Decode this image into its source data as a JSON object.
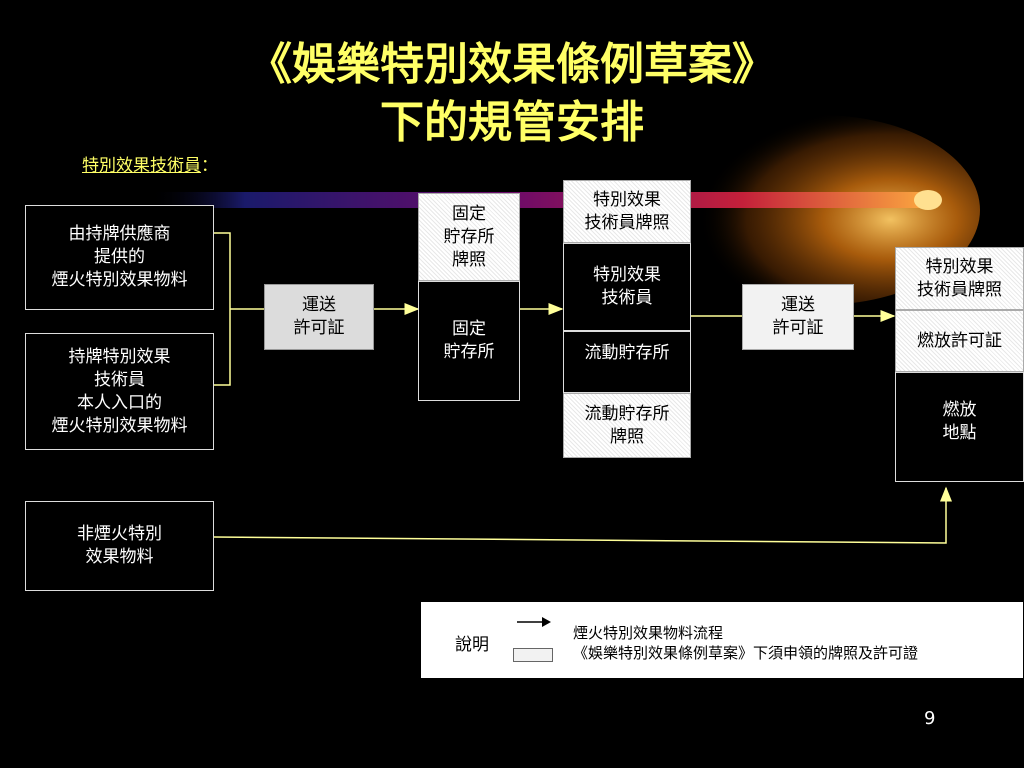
{
  "title": {
    "line1": "《娛樂特別效果條例草案》",
    "line2": "下的規管安排"
  },
  "subtitle": {
    "label": "特別效果技術員",
    "colon": "："
  },
  "boxes": {
    "supplier_materials": "由持牌供應商\n提供的\n煙火特別效果物料",
    "technician_imported": "持牌特別效果\n技術員\n本人入口的\n煙火特別效果物料",
    "non_pyro_materials": "非煙火特別\n效果物料",
    "transport_permit_1": "運送\n許可証",
    "fixed_store_licence": "固定\n貯存所\n牌照",
    "fixed_store": "固定\n貯存所",
    "technician_licence_1": "特別效果\n技術員牌照",
    "technician": "特別效果\n技術員",
    "mobile_store": "流動貯存所",
    "mobile_store_licence": "流動貯存所\n牌照",
    "transport_permit_2": "運送\n許可証",
    "technician_licence_2": "特別效果\n技術員牌照",
    "firing_permit": "燃放許可証",
    "firing_site": "燃放\n地點"
  },
  "legend": {
    "label": "說明",
    "flow_text": "煙火特別效果物料流程",
    "licence_text": "《娛樂特別效果條例草案》下須申領的牌照及許可證",
    "arrow_icon": "arrow-right-icon",
    "swatch_icon": "licence-box-icon"
  },
  "page_number": "9",
  "colors": {
    "title": "#ffff66",
    "background": "#000000",
    "flow_line": "#ffff99",
    "comet": "#ff9900"
  }
}
